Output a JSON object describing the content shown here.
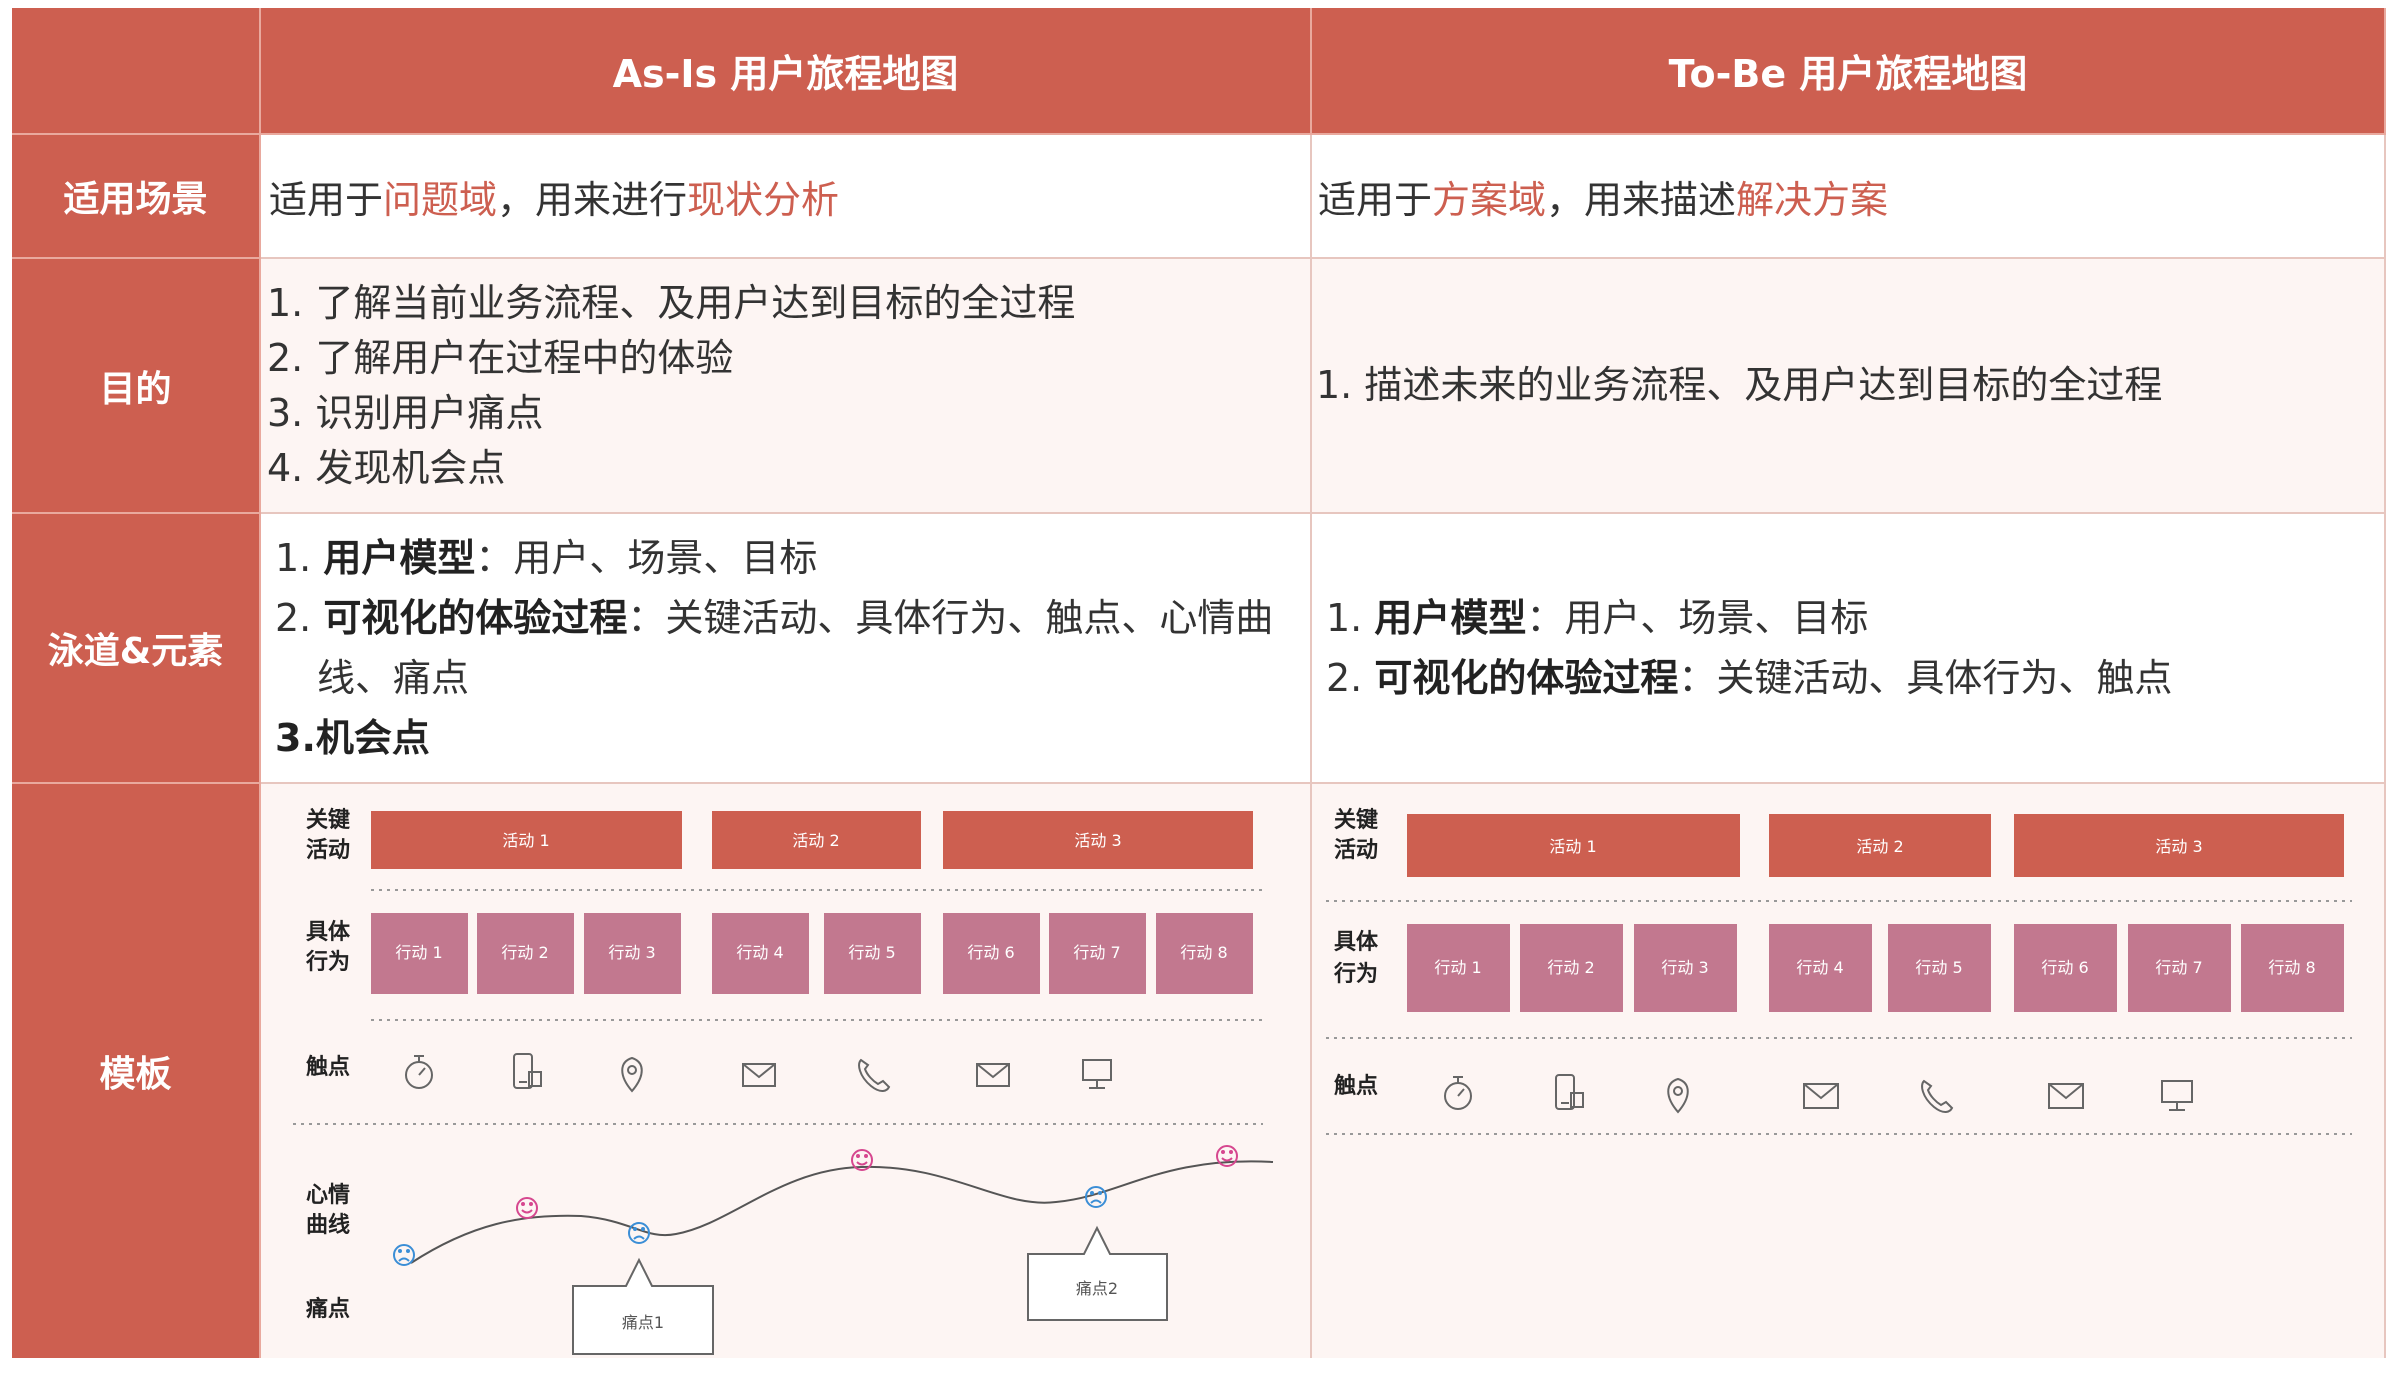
{
  "header": {
    "asis_title": "As-Is 用户旅程地图",
    "tobe_title": "To-Be 用户旅程地图"
  },
  "rows": {
    "scenario": "适用场景",
    "purpose": "目的",
    "lanes": "泳道&元素",
    "template": "模板"
  },
  "scenario": {
    "asis": {
      "p1": "适用于",
      "a1": "问题域",
      "p2": "，用来进行",
      "a2": "现状分析"
    },
    "tobe": {
      "p1": "适用于",
      "a1": "方案域",
      "p2": "，用来描述",
      "a2": "解决方案"
    }
  },
  "purpose": {
    "asis": [
      "1.  了解当前业务流程、及用户达到目标的全过程",
      "2.  了解用户在过程中的体验",
      "3.  识别用户痛点",
      "4.  发现机会点"
    ],
    "tobe": [
      "1.  描述未来的业务流程、及用户达到目标的全过程"
    ]
  },
  "lanes": {
    "asis": {
      "n1": "1. ",
      "b1": "用户模型",
      "t1": "：用户、场景、目标",
      "n2": "2. ",
      "b2": "可视化的体验过程",
      "t2": "：关键活动、具体行为、触点、心情曲",
      "t2b": "线、痛点",
      "b3": "3.机会点"
    },
    "tobe": {
      "n1": "1. ",
      "b1": "用户模型",
      "t1": "：用户、场景、目标",
      "n2": "2. ",
      "b2": "可视化的体验过程",
      "t2": "：关键活动、具体行为、触点"
    }
  },
  "template": {
    "lane_labels": {
      "key_activity": [
        "关键",
        "活动"
      ],
      "behavior": [
        "具体",
        "行为"
      ],
      "touchpoint": "触点",
      "mood": [
        "心情",
        "曲线"
      ],
      "pain": "痛点"
    },
    "activities": [
      "活动 1",
      "活动 2",
      "活动 3"
    ],
    "actions": [
      "行动 1",
      "行动 2",
      "行动 3",
      "行动 4",
      "行动 5",
      "行动 6",
      "行动 7",
      "行动 8"
    ],
    "touch_icons": [
      "stopwatch-icon",
      "mobile-icon",
      "location-pin-icon",
      "mail-icon",
      "phone-icon",
      "mail-icon",
      "monitor-icon"
    ],
    "pain_points": [
      "痛点1",
      "痛点2"
    ],
    "mood_faces": [
      "sad",
      "happy",
      "sad",
      "happy",
      "sad",
      "happy"
    ]
  },
  "colors": {
    "header_bg": "#cd5f50",
    "accent": "#cd5f50",
    "action_box": "#c2788f",
    "happy_face": "#d6478f",
    "sad_face": "#3b8ed6"
  }
}
